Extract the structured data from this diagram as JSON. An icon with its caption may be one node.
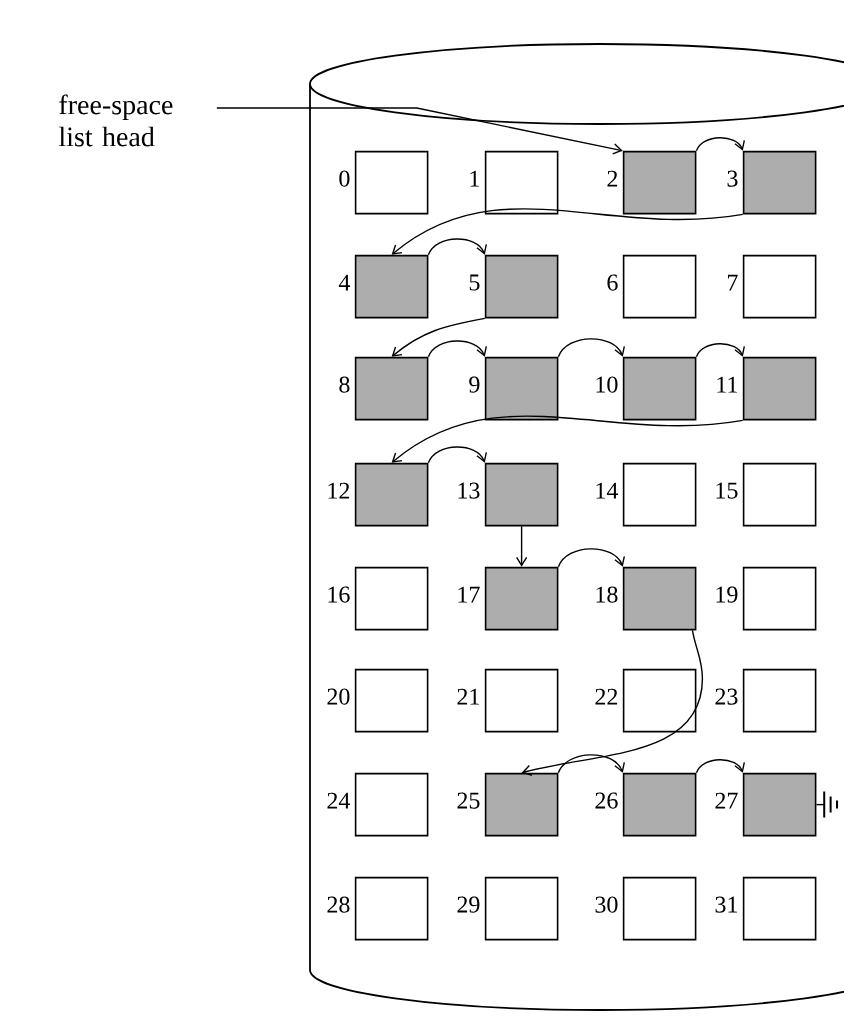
{
  "diagram": {
    "nodes": [
      {
        "text": [
          "free-space list head"
        ]
      },
      {
        "text": [],
        "shape": "cylinder"
      },
      {
        "text": [],
        "shape": "box",
        "in": 1,
        "beside": [
          "0"
        ]
      },
      {
        "text": [],
        "shape": "box",
        "in": 1,
        "beside": [
          "1"
        ]
      },
      {
        "text": [],
        "shape": "box",
        "in": 1,
        "beside": [
          "2"
        ]
      },
      {
        "text": [],
        "shape": "box",
        "in": 1,
        "beside": [
          "3"
        ]
      },
      {
        "text": [],
        "shape": "box",
        "in": 1,
        "beside": [
          "4"
        ]
      },
      {
        "text": [],
        "shape": "box",
        "in": 1,
        "beside": [
          "5"
        ]
      },
      {
        "text": [],
        "shape": "box",
        "in": 1,
        "beside": [
          "6"
        ]
      },
      {
        "text": [],
        "shape": "box",
        "in": 1,
        "beside": [
          "7"
        ]
      },
      {
        "text": [],
        "shape": "box",
        "in": 1,
        "beside": [
          "8"
        ]
      },
      {
        "text": [],
        "shape": "box",
        "in": 1,
        "beside": [
          "9"
        ]
      },
      {
        "text": [],
        "shape": "box",
        "in": 1,
        "beside": [
          "10"
        ]
      },
      {
        "text": [],
        "shape": "box",
        "in": 1,
        "beside": [
          "11"
        ]
      },
      {
        "text": [],
        "shape": "box",
        "in": 1,
        "beside": [
          "12"
        ]
      },
      {
        "text": [],
        "shape": "box",
        "in": 1,
        "beside": [
          "13"
        ]
      },
      {
        "text": [],
        "shape": "box",
        "in": 1,
        "beside": [
          "14"
        ]
      },
      {
        "text": [],
        "shape": "box",
        "in": 1,
        "beside": [
          "15"
        ]
      },
      {
        "text": [],
        "shape": "box",
        "in": 1,
        "beside": [
          "16"
        ]
      },
      {
        "text": [],
        "shape": "box",
        "in": 1,
        "beside": [
          "17"
        ]
      },
      {
        "text": [],
        "shape": "box",
        "in": 1,
        "beside": [
          "18"
        ]
      },
      {
        "text": [],
        "shape": "box",
        "in": 1,
        "beside": [
          "19"
        ]
      },
      {
        "text": [],
        "shape": "box",
        "in": 1,
        "beside": [
          "20"
        ]
      },
      {
        "text": [],
        "shape": "box",
        "in": 1,
        "beside": [
          "21"
        ]
      },
      {
        "text": [],
        "shape": "box",
        "in": 1,
        "beside": [
          "22"
        ]
      },
      {
        "text": [],
        "shape": "box",
        "in": 1,
        "beside": [
          "23"
        ]
      },
      {
        "text": [],
        "shape": "box",
        "in": 1,
        "beside": [
          "24"
        ]
      },
      {
        "text": [],
        "shape": "box",
        "in": 1,
        "beside": [
          "25"
        ]
      },
      {
        "text": [],
        "shape": "box",
        "in": 1,
        "beside": [
          "26"
        ]
      },
      {
        "text": [],
        "shape": "box",
        "in": 1,
        "beside": [
          "27"
        ]
      },
      {
        "text": [],
        "shape": "box",
        "in": 1,
        "beside": [
          "28"
        ]
      },
      {
        "text": [],
        "shape": "box",
        "in": 1,
        "beside": [
          "29"
        ]
      },
      {
        "text": [],
        "shape": "box",
        "in": 1,
        "beside": [
          "30"
        ]
      },
      {
        "text": [],
        "shape": "box",
        "in": 1,
        "beside": [
          "31"
        ]
      },
      {
        "text": [],
        "shape": "ground",
        "in": 1
      }
    ],
    "edges": [
      {
        "from": 0,
        "to": 4,
        "arrow": "to"
      },
      {
        "from": 4,
        "to": 5,
        "arrow": "to"
      },
      {
        "from": 5,
        "to": 6,
        "arrow": "to"
      },
      {
        "from": 6,
        "to": 7,
        "arrow": "to"
      },
      {
        "from": 7,
        "to": 10,
        "arrow": "to"
      },
      {
        "from": 10,
        "to": 11,
        "arrow": "to"
      },
      {
        "from": 11,
        "to": 12,
        "arrow": "to"
      },
      {
        "from": 12,
        "to": 13,
        "arrow": "to"
      },
      {
        "from": 13,
        "to": 14,
        "arrow": "to"
      },
      {
        "from": 14,
        "to": 15,
        "arrow": "to"
      },
      {
        "from": 15,
        "to": 19,
        "arrow": "to"
      },
      {
        "from": 19,
        "to": 20,
        "arrow": "to"
      },
      {
        "from": 20,
        "to": 27,
        "arrow": "to"
      },
      {
        "from": 27,
        "to": 28,
        "arrow": "to"
      },
      {
        "from": 28,
        "to": 29,
        "arrow": "to"
      },
      {
        "from": 29,
        "to": 34,
        "arrow": "none"
      }
    ]
  }
}
